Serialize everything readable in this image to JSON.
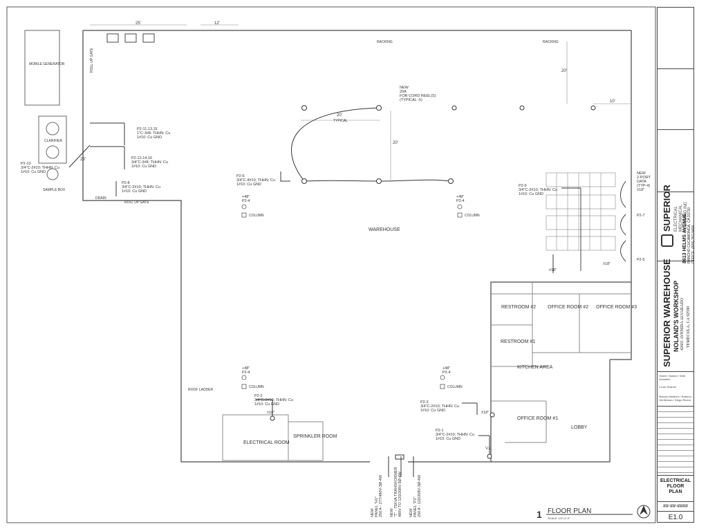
{
  "plan": {
    "dims": {
      "d25": "25'",
      "d12": "12'",
      "d20a": "20'",
      "d10": "10'",
      "d20b": "20'",
      "d20c": "20'",
      "d23": "23'"
    },
    "labels": {
      "mobile_generator": "MOBILE GENERATOR",
      "clarifier": "CLARIFIER",
      "sample_box": "SAMPLE BOX",
      "racking1": "RACKING",
      "racking2": "RACKING",
      "roll_up_gate1": "ROLL UP GATE",
      "roll_up_gate2": "ROLL UP GATE",
      "warehouse": "WAREHOUSE",
      "column1": "COLUMN",
      "column2": "COLUMN",
      "column3": "COLUMN",
      "column4": "COLUMN",
      "typical": "TYPICAL",
      "restroom2": "RESTROOM #2",
      "restroom1": "RESTROOM #1",
      "office2": "OFFICE ROOM #2",
      "office3": "OFFICE ROOM #3",
      "office1": "OFFICE ROOM #1",
      "kitchen": "KITCHEN AREA",
      "lobby": "LOBBY",
      "electrical_room": "ELECTRICAL ROOM",
      "sprinkler_room": "SPRINKLER ROOM",
      "roof_ladder": "ROOF LADDER",
      "drain": "DRAIN"
    },
    "notes": {
      "cord_reel": [
        "NEW",
        "20A",
        "FOR CORD REEL(S)",
        "(TYPICAL -5)"
      ],
      "p2_11": [
        "P2-11,13,15",
        "1\"C-3#8; THHN: Cu",
        "1#10: Cu  GND"
      ],
      "p2_12": [
        "P2-12,14,16",
        "3/4\"C-3#8; THHN: Cu",
        "1#10: Cu  GND"
      ],
      "p2_10": [
        "P2-10",
        "3/4\"C-2#10; THHN: Cu",
        "1#10: Cu  GND"
      ],
      "p2_8": [
        "P2-8",
        "3/4\"C-2#10; THHN: Cu",
        "1#10: Cu  GND"
      ],
      "p2_6": [
        "P2-6",
        "3/4\"C-4#10; THHN: Cu",
        "1#10: Cu  GND"
      ],
      "p2_9": [
        "P2-9",
        "3/4\"C-2#10; THHN: Cu",
        "1#10: Cu  GND"
      ],
      "p2_2": [
        "P2-2",
        "3/4\"C-2#10; THHN: Cu",
        "1#10: Cu  GND"
      ],
      "p2_3": [
        "P2-3",
        "3/4\"C-2#10; THHN: Cu",
        "1#10: Cu  GND"
      ],
      "p2_1": [
        "P2-1",
        "3/4\"C-2#10; THHN: Cu",
        "1#10: Cu  GND"
      ],
      "p2_4a": [
        "+48\"",
        "P2-4"
      ],
      "p2_4b": [
        "+48\"",
        "P2-4"
      ],
      "p2_4c": [
        "+48\"",
        "P2-4"
      ],
      "p2_4d": [
        "+48\"",
        "P2-4"
      ],
      "data_port": [
        "NEW",
        "2-PORT",
        "DATA",
        "(TYP-4)",
        "±18\""
      ],
      "p2_7": "P2-7",
      "p2_5": "P2-5",
      "h18a": "±18\"",
      "h18b": "±18\"",
      "h18c": "±18\"",
      "h18d": "±18\"",
      "vl": "V.L.",
      "panel1": [
        "NEW",
        "PANEL \"H1\"",
        "250 A - 277/480V-3Ø-4W"
      ],
      "panel2": [
        "NEW",
        "\"T\" - 75KVA TRANSFORMER",
        "480V TO 120/208V-3Ø-4W"
      ],
      "panel3": [
        "NEW",
        "PANEL \"P2\"",
        "250 A - 120/208V-3Ø-4W"
      ]
    },
    "floor_plan_title": "FLOOR PLAN",
    "floor_plan_number": "1",
    "scale": "SCALE: 1/4\"=1'-0\""
  },
  "titleblock": {
    "company": "SUPERIOR",
    "company_sub": [
      "ELECTRICAL",
      "MECHANICAL",
      "PLUMBING INC"
    ],
    "address": "8613 HELMS AVENUE",
    "city": "RANCHO CUCAMONGA, CA 91730",
    "office": "OFFICE: (909) 357-9400",
    "project": "SUPERIOR WAREHOUSE",
    "project_sub": "NOLAND'S WORKSHOP",
    "project_addr": "42601 AVENIDA ALVARADO",
    "project_city": "TEMECULA, CA 92590",
    "owner_label": "Owner: Noland / Walt Schofield",
    "designer_label": "Lorrie Zeamer",
    "drawn_by": "Marcus Martinez / Brianna Gentleman / Diego Rivera",
    "sheet_title": [
      "ELECTRICAL",
      "FLOOR",
      "PLAN"
    ],
    "sheet_code": "##-##-####",
    "sheet_number": "E1.0"
  }
}
